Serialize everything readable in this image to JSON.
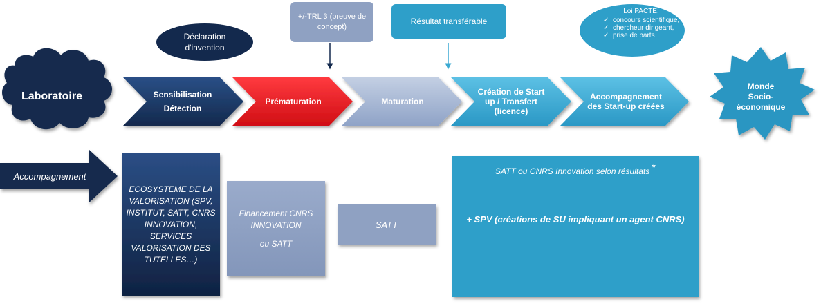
{
  "lab": {
    "label": "Laboratoire"
  },
  "world": {
    "label": "Monde Socio-économique"
  },
  "steps": [
    {
      "label": "Sensibilisation Détection",
      "color": "#1e3f73"
    },
    {
      "label": "Prématuration",
      "color": "#ee1c24"
    },
    {
      "label": "Maturation",
      "color": "#a9b9d4"
    },
    {
      "label": "Création de Start up / Transfert (licence)",
      "color": "#3aa9d2"
    },
    {
      "label": "Accompagnement des Start-up créées",
      "color": "#3aa9d2"
    }
  ],
  "callouts": {
    "declaration": "Déclaration d'invention",
    "trl": "+/-TRL 3 (preuve de concept)",
    "resultat": "Résultat transférable",
    "pacte_title": "Loi PACTE:",
    "pacte_items": [
      "concours scientifique,",
      "chercheur dirigeant,",
      "prise de parts"
    ],
    "check_glyph": "✓"
  },
  "accompagnement": {
    "label": "Accompagnement"
  },
  "bottom": {
    "ecosysteme": "ECOSYSTEME DE LA VALORISATION (SPV, INSTITUT, SATT, CNRS INNOVATION, SERVICES VALORISATION DES TUTELLES…)",
    "financement_line1": "Financement CNRS INNOVATION",
    "financement_line2": "ou SATT",
    "satt": "SATT",
    "big_line1": "SATT ou CNRS Innovation selon résultats",
    "big_star": "*",
    "big_line2": "+ SPV (créations de SU impliquant un agent CNRS)"
  },
  "colors": {
    "navy": "#12284a",
    "navy_mid": "#1e3f73",
    "red": "#ee1c24",
    "gray_blue": "#8fa1c2",
    "teal": "#2e9fc9",
    "teal_dark": "#1f8ab5"
  }
}
